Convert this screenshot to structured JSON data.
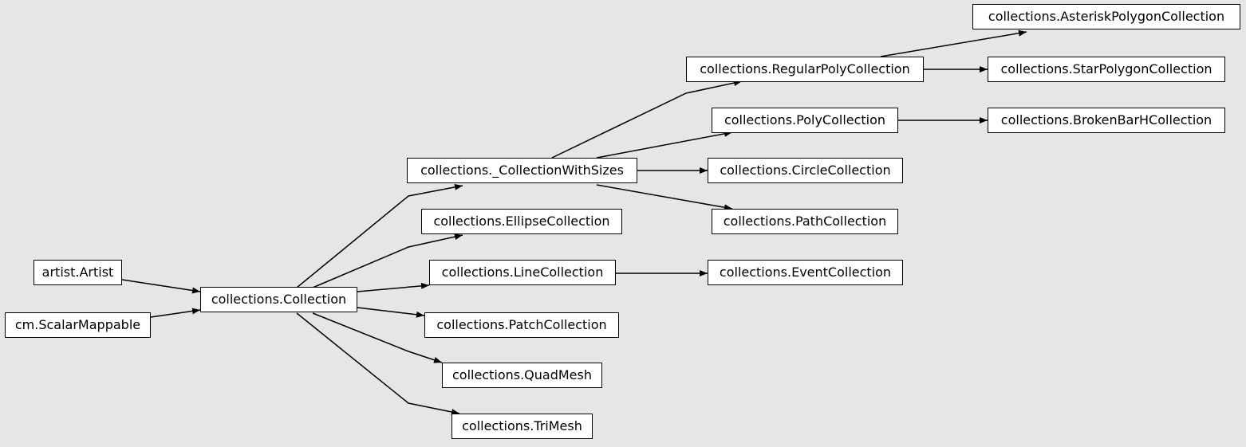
{
  "nodes": {
    "artist": "artist.Artist",
    "scalarmappable": "cm.ScalarMappable",
    "collection": "collections.Collection",
    "collectionwithsizes": "collections._CollectionWithSizes",
    "ellipsecollection": "collections.EllipseCollection",
    "linecollection": "collections.LineCollection",
    "patchcollection": "collections.PatchCollection",
    "quadmesh": "collections.QuadMesh",
    "trimesh": "collections.TriMesh",
    "regularpolycollection": "collections.RegularPolyCollection",
    "polycollection": "collections.PolyCollection",
    "circlecollection": "collections.CircleCollection",
    "pathcollection": "collections.PathCollection",
    "eventcollection": "collections.EventCollection",
    "asteriskpolygoncollection": "collections.AsteriskPolygonCollection",
    "starpolygoncollection": "collections.StarPolygonCollection",
    "brokenbarhcollection": "collections.BrokenBarHCollection"
  },
  "colors": {
    "background": "#e6e6e6",
    "node_fill": "#ffffff",
    "stroke": "#000000"
  }
}
